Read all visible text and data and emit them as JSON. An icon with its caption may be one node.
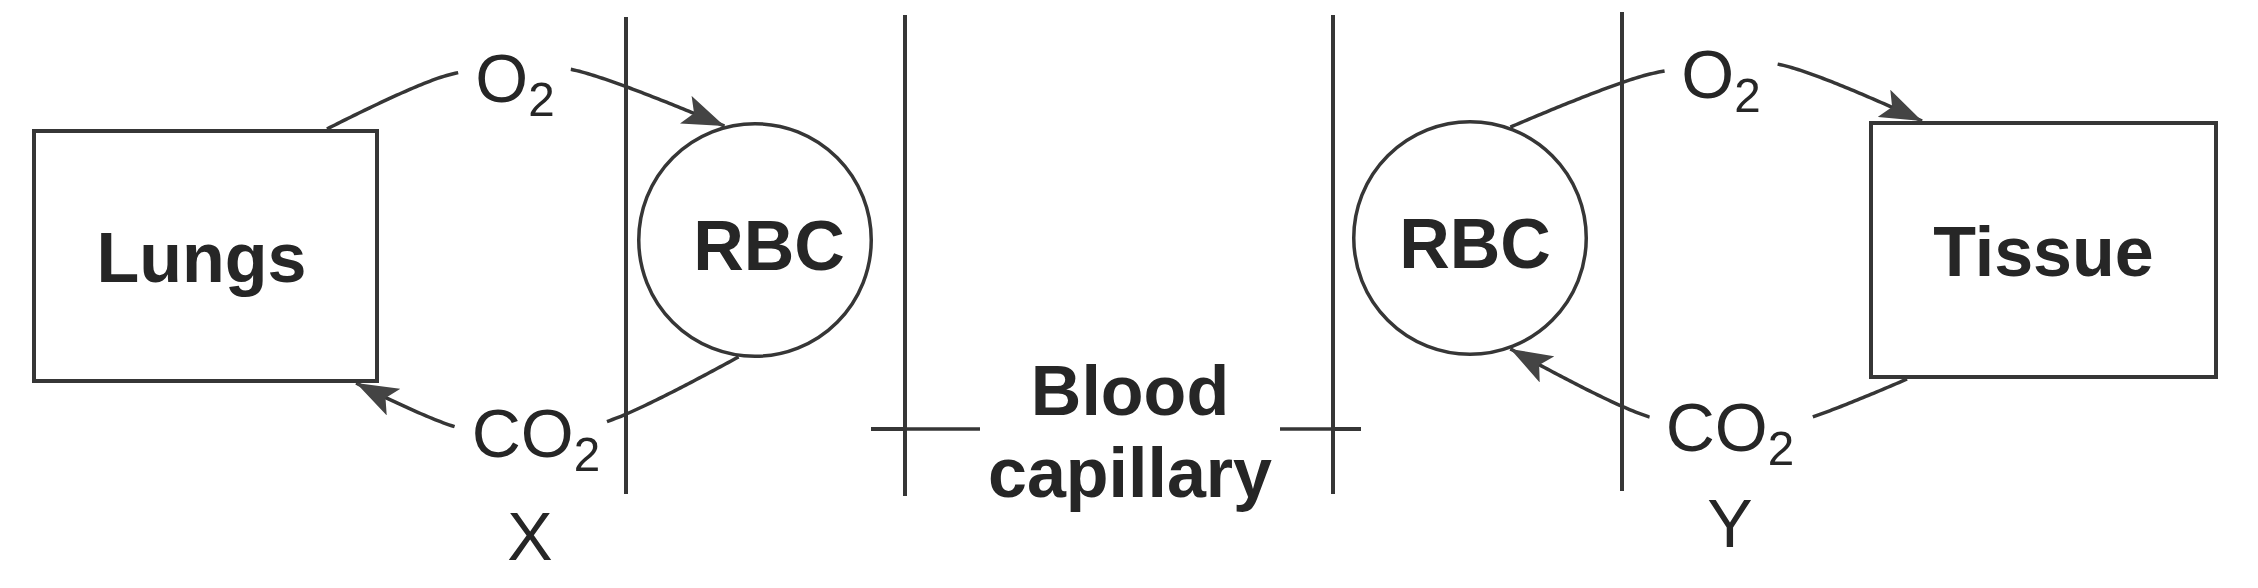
{
  "diagram": {
    "nodes": [
      {
        "text": [
          "Lungs"
        ]
      },
      {
        "text": [],
        "shape": "line"
      },
      {
        "text": [
          "RBC"
        ]
      },
      {
        "text": [],
        "shape": "line"
      },
      {
        "text": [
          "Blood capillary"
        ]
      },
      {
        "text": [],
        "shape": "line"
      },
      {
        "text": [
          "RBC"
        ]
      },
      {
        "text": [],
        "shape": "line"
      },
      {
        "text": [
          "Tissue"
        ]
      }
    ],
    "edges": [
      {
        "from": 0,
        "to": 2,
        "label": "O$_{2}$",
        "arrow": "to"
      },
      {
        "from": 2,
        "to": 0,
        "label": "CO$_{2}$",
        "arrow": "to"
      },
      {
        "from": 6,
        "to": 8,
        "label": "O$_{2}$",
        "arrow": "to"
      },
      {
        "from": 8,
        "to": 6,
        "label": "CO$_{2}$",
        "arrow": "to"
      },
      {
        "from": 4,
        "to": 3,
        "arrow": "none"
      },
      {
        "from": 4,
        "to": 5,
        "arrow": "none"
      }
    ],
    "labels": [
      "X",
      "Y"
    ]
  }
}
